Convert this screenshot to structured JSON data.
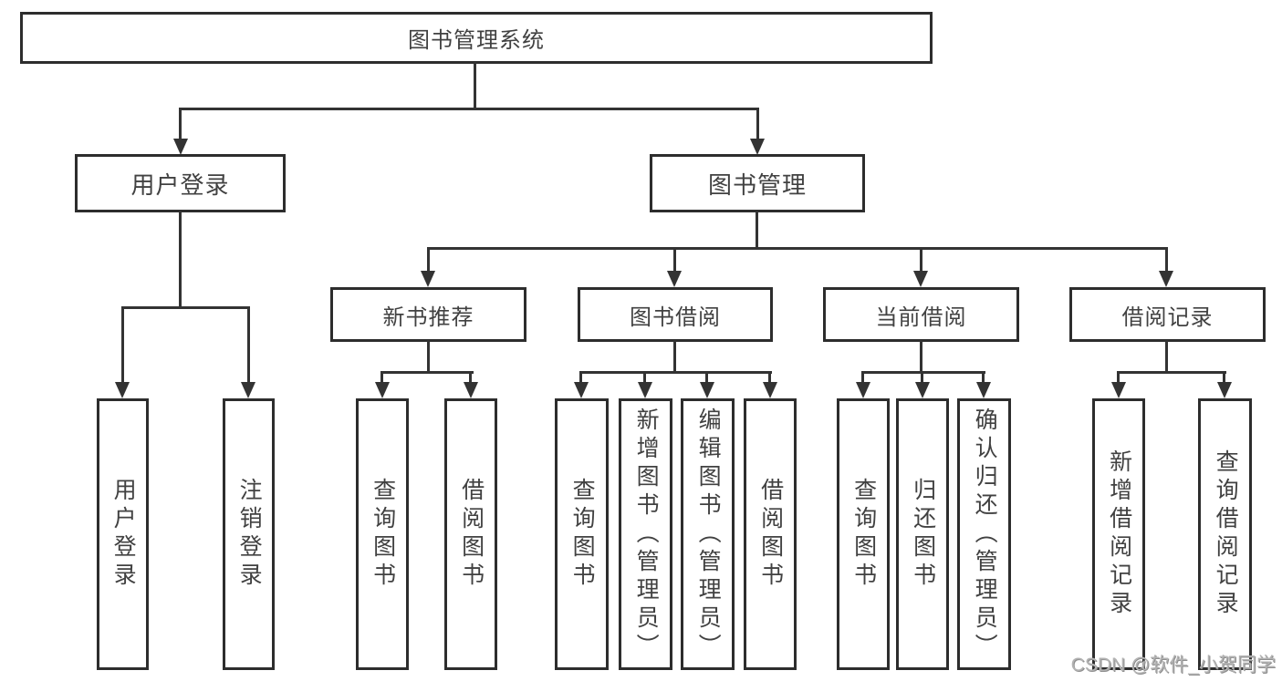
{
  "diagram_title": "图书管理系统",
  "tree": {
    "root": {
      "label": "图书管理系统",
      "children": [
        {
          "label": "用户登录",
          "children": [
            {
              "label": "用户登录"
            },
            {
              "label": "注销登录"
            }
          ]
        },
        {
          "label": "图书管理",
          "children": [
            {
              "label": "新书推荐",
              "children": [
                {
                  "label": "查询图书"
                },
                {
                  "label": "借阅图书"
                }
              ]
            },
            {
              "label": "图书借阅",
              "children": [
                {
                  "label": "查询图书"
                },
                {
                  "label": "新增图书（管理员）"
                },
                {
                  "label": "编辑图书（管理员）"
                },
                {
                  "label": "借阅图书"
                }
              ]
            },
            {
              "label": "当前借阅",
              "children": [
                {
                  "label": "查询图书"
                },
                {
                  "label": "归还图书"
                },
                {
                  "label": "确认归还（管理员）"
                }
              ]
            },
            {
              "label": "借阅记录",
              "children": [
                {
                  "label": "新增借阅记录"
                },
                {
                  "label": "查询借阅记录"
                }
              ]
            }
          ]
        }
      ]
    }
  },
  "watermark": {
    "text": "CSDN @软件_小贺同学"
  },
  "colors": {
    "background": "#ffffff",
    "box_border": "#2d2d2d",
    "connector_line": "#333333",
    "text": "#414141",
    "watermark": "#b3b3b3"
  }
}
